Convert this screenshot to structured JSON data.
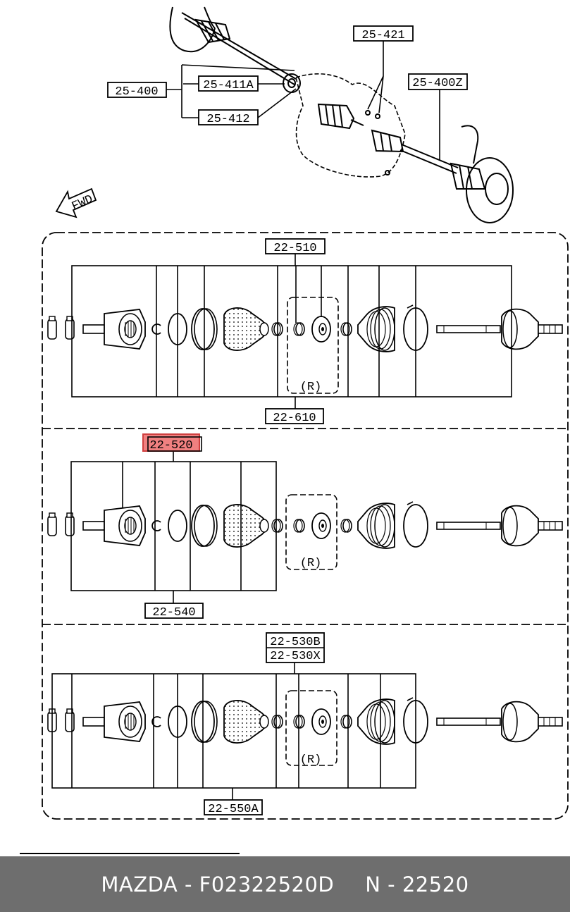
{
  "diagram": {
    "labels": {
      "assembly_main": "25-400",
      "part_411a": "25-411A",
      "part_412": "25-412",
      "part_421": "25-421",
      "assembly_z": "25-400Z",
      "fwd": "FWD",
      "set1_top": "22-510",
      "set1_bottom": "22-610",
      "set2_top": "22-520",
      "set2_bottom": "22-540",
      "set3_top_a": "22-530B",
      "set3_top_b": "22-530X",
      "set3_bottom": "22-550A",
      "r1": "(R)",
      "r2": "(R)",
      "r3": "(R)"
    },
    "highlight": {
      "part": "22-520",
      "color": "#f08080"
    }
  },
  "footer": {
    "brand_part": "MAZDA - F02322520D",
    "ref": "N - 22520"
  }
}
